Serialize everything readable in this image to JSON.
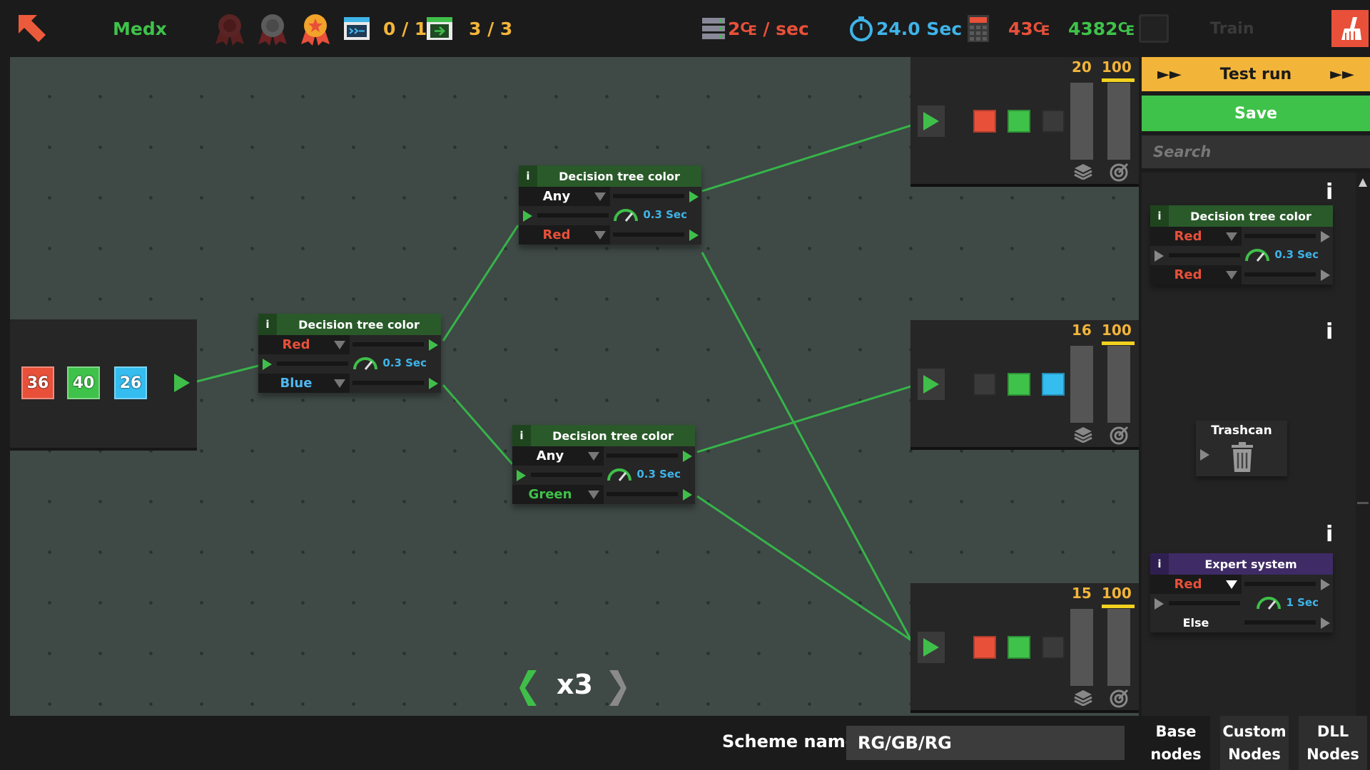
{
  "topbar": {
    "player": "Medx",
    "tasks": "0 / 1",
    "tests": "3 / 3",
    "income": "2₠ / sec",
    "timer": "24.0 Sec",
    "cost": "43₠",
    "money": "4382₠",
    "train_label": "Train"
  },
  "input_panel": {
    "counts": [
      {
        "value": "36",
        "color": "#e8503a"
      },
      {
        "value": "40",
        "color": "#3fc24a"
      },
      {
        "value": "26",
        "color": "#35bdf0"
      }
    ]
  },
  "nodes": [
    {
      "title": "Decision tree color",
      "icon": "i",
      "top_value": "Red",
      "top_color": "#e8503a",
      "speed": "0.3 Sec",
      "bottom_value": "Blue",
      "bottom_color": "#4fb8f0"
    },
    {
      "title": "Decision tree color",
      "icon": "i",
      "top_value": "Any",
      "top_color": "#ffffff",
      "speed": "0.3 Sec",
      "bottom_value": "Red",
      "bottom_color": "#e8503a"
    },
    {
      "title": "Decision tree color",
      "icon": "i",
      "top_value": "Any",
      "top_color": "#ffffff",
      "speed": "0.3 Sec",
      "bottom_value": "Green",
      "bottom_color": "#3fc24a"
    }
  ],
  "outputs": [
    {
      "count": "20",
      "max": "100",
      "squares": [
        "#e8503a",
        "#3fc24a",
        "#3a3a3a"
      ]
    },
    {
      "count": "16",
      "max": "100",
      "squares": [
        "#3a3a3a",
        "#3fc24a",
        "#35bdf0"
      ]
    },
    {
      "count": "15",
      "max": "100",
      "squares": [
        "#e8503a",
        "#3fc24a",
        "#3a3a3a"
      ]
    }
  ],
  "speed_control": {
    "label": "x3"
  },
  "scheme": {
    "label": "Scheme name :",
    "value": "RG/GB/RG"
  },
  "sidebar": {
    "test_run": "Test run",
    "save": "Save",
    "search_placeholder": "Search",
    "palette": [
      {
        "title": "Decision tree color",
        "top": "Red",
        "speed": "0.3 Sec",
        "bottom": "Red"
      },
      {
        "title": "Trashcan"
      },
      {
        "title": "Expert system",
        "top": "Red",
        "speed": "1 Sec",
        "bottom": "Else"
      }
    ],
    "tabs": [
      "Base\nnodes",
      "Custom\nNodes",
      "DLL\nNodes"
    ]
  },
  "colors": {
    "accent_green": "#3fbf4a",
    "accent_yellow": "#f2b53a",
    "link_blue": "#3fb4e8"
  }
}
